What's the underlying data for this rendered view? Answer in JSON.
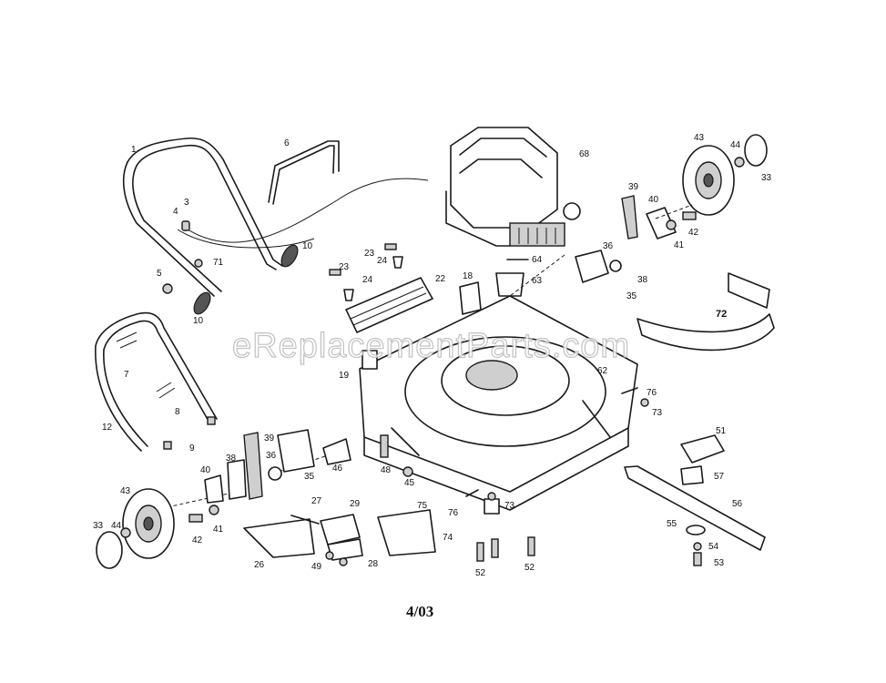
{
  "watermark": "eReplacementParts.com",
  "date_code": "4/03",
  "callouts": [
    "1",
    "3",
    "4",
    "5",
    "6",
    "10",
    "71",
    "10",
    "12",
    "7",
    "8",
    "9",
    "23",
    "24",
    "23",
    "24",
    "22",
    "18",
    "19",
    "68",
    "64",
    "63",
    "36",
    "39",
    "40",
    "42",
    "41",
    "38",
    "35",
    "43",
    "44",
    "33",
    "72",
    "62",
    "76",
    "73",
    "51",
    "57",
    "56",
    "55",
    "54",
    "53",
    "39",
    "36",
    "38",
    "35",
    "46",
    "48",
    "45",
    "40",
    "41",
    "42",
    "43",
    "44",
    "33",
    "27",
    "29",
    "26",
    "28",
    "49",
    "75",
    "76",
    "73",
    "74",
    "52",
    "52"
  ]
}
